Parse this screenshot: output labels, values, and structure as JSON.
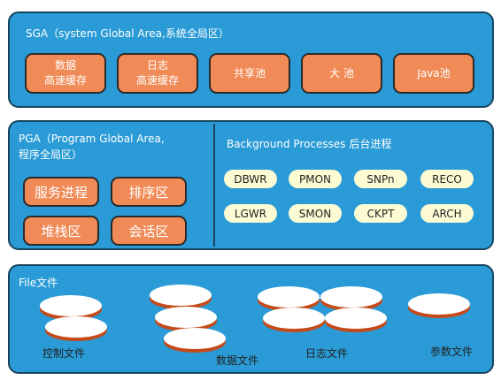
{
  "sga": {
    "title": "SGA（system Global Area,系统全局区）",
    "boxes": [
      "数据\n高速缓存",
      "日志\n高速缓存",
      "共享池",
      "大  池",
      "Java池"
    ]
  },
  "pga": {
    "title": "PGA（Program Global Area,\n程序全局区）",
    "boxes": [
      "服务进程",
      "排序区",
      "堆栈区",
      "会话区"
    ]
  },
  "background": {
    "title": "Background Processes 后台进程",
    "processes": [
      "DBWR",
      "PMON",
      "SNPn",
      "RECO",
      "LGWR",
      "SMON",
      "CKPT",
      "ARCH"
    ]
  },
  "files": {
    "title": "File文件",
    "labels": [
      "控制文件",
      "数据文件",
      "日志文件",
      "参数文件"
    ]
  },
  "colors": {
    "panel_blue": "#2a9bd6",
    "panel_border": "#17445e",
    "memory_box_orange": "#f08b57",
    "process_pill": "#fdfbd4",
    "disk_rim": "#c54a1a"
  }
}
